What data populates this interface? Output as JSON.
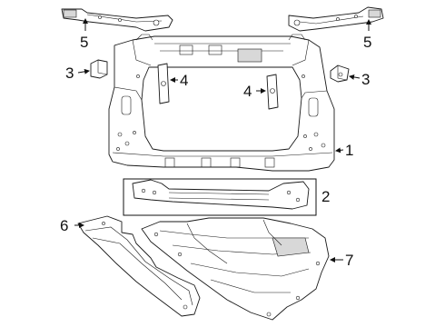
{
  "callouts": [
    {
      "id": "top-left",
      "text": "5"
    },
    {
      "id": "top-right",
      "text": "5"
    },
    {
      "id": "left-3",
      "text": "3"
    },
    {
      "id": "right-3",
      "text": "3"
    },
    {
      "id": "left-4",
      "text": "4"
    },
    {
      "id": "right-4",
      "text": "4"
    },
    {
      "id": "panel-1",
      "text": "1"
    },
    {
      "id": "bar-2",
      "text": "2"
    },
    {
      "id": "shield-6",
      "text": "6"
    },
    {
      "id": "shield-7",
      "text": "7"
    }
  ]
}
